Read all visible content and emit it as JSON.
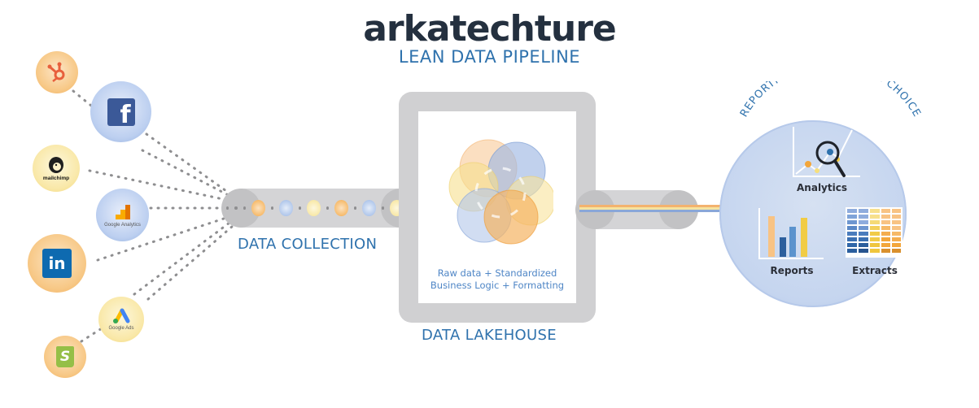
{
  "header": {
    "brand": "arkatechture",
    "title": "LEAN DATA PIPELINE"
  },
  "sources": [
    {
      "name": "HubSpot",
      "icon": "hubspot-icon",
      "color": "orange"
    },
    {
      "name": "Facebook",
      "icon": "facebook-icon",
      "color": "blue"
    },
    {
      "name": "mailchimp",
      "icon": "mailchimp-icon",
      "color": "yellow",
      "caption": "mailchimp"
    },
    {
      "name": "Google Analytics",
      "icon": "google-analytics-icon",
      "color": "blue",
      "caption": "Google Analytics"
    },
    {
      "name": "LinkedIn",
      "icon": "linkedin-icon",
      "color": "orange"
    },
    {
      "name": "Google Ads",
      "icon": "google-ads-icon",
      "color": "yellow",
      "caption": "Google Ads"
    },
    {
      "name": "Shopify",
      "icon": "shopify-icon",
      "color": "orange"
    }
  ],
  "collection": {
    "label": "DATA COLLECTION",
    "beads": [
      "orange",
      "blue",
      "yellow",
      "orange",
      "blue",
      "yellow"
    ]
  },
  "lakehouse": {
    "label": "DATA LAKEHOUSE",
    "description_line1": "Raw data + Standardized",
    "description_line2": "Business Logic + Formatting"
  },
  "reporting": {
    "arc_title": "REPORTING TOOL OF YOUR CHOICE",
    "items": [
      {
        "label": "Analytics",
        "icon": "analytics-chart-icon"
      },
      {
        "label": "Reports",
        "icon": "bar-chart-icon"
      },
      {
        "label": "Extracts",
        "icon": "table-grid-icon"
      }
    ]
  },
  "colors": {
    "brand_dark": "#24303f",
    "accent_blue": "#2f72ad",
    "orange": "#f6b968",
    "blue": "#aec5ea",
    "yellow": "#f8e8a6",
    "pipe_gray": "#d4d4d6"
  }
}
